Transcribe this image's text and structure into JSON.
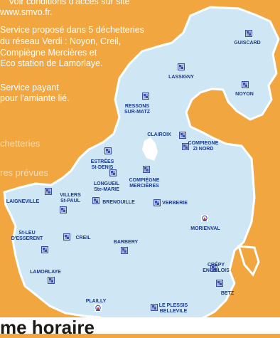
{
  "colors": {
    "background": "#f2a640",
    "map_fill": "#cfe7f5",
    "map_stroke": "#ffffff",
    "label": "#1b3a8c",
    "lake": "#ffffff"
  },
  "info_lines": [
    "Voir conditions d'accès sur site",
    "www.smvo.fr.",
    "Service proposé dans 5 déchetteries",
    "du réseau Verdi : Noyon, Creil,",
    "Compiègne Mercières et",
    "Eco station de Lamorlaye.",
    "Service payant",
    "pour l'amiante lié."
  ],
  "legend_fragments": [
    "chetteries",
    "res prévues"
  ],
  "bottom_heading": "me horaire",
  "sites": [
    {
      "id": "guiscard",
      "lines": [
        "GUISCARD"
      ],
      "icon": "recycle-site-icon"
    },
    {
      "id": "lassigny",
      "lines": [
        "LASSIGNY"
      ],
      "icon": "recycle-site-icon"
    },
    {
      "id": "noyon",
      "lines": [
        "NOYON"
      ],
      "icon": "recycle-site-icon"
    },
    {
      "id": "ressons",
      "lines": [
        "RESSONS",
        "SUR-MATZ"
      ],
      "icon": "recycle-site-icon"
    },
    {
      "id": "clairoix",
      "lines": [
        "CLAIROIX"
      ],
      "icon": "recycle-site-icon"
    },
    {
      "id": "compiegne-zi",
      "lines": [
        "COMPIEGNE",
        "ZI NORD"
      ],
      "icon": "recycle-site-icon"
    },
    {
      "id": "estrees",
      "lines": [
        "ESTRÉES",
        "St-DENIS"
      ],
      "icon": "recycle-site-icon"
    },
    {
      "id": "longueil",
      "lines": [
        "LONGUEIL",
        "Ste-MARIE"
      ],
      "icon": "recycle-site-icon"
    },
    {
      "id": "compiegne-merc",
      "lines": [
        "COMPIÈGNE",
        "MERCIÈRES"
      ],
      "icon": "recycle-site-icon"
    },
    {
      "id": "laigneville",
      "lines": [
        "LAIGNEVILLE"
      ],
      "icon": "recycle-site-icon"
    },
    {
      "id": "villers",
      "lines": [
        "VILLERS",
        "St-PAUL"
      ],
      "icon": "recycle-site-icon"
    },
    {
      "id": "brenouille",
      "lines": [
        "BRENOUILLE"
      ],
      "icon": "recycle-site-icon"
    },
    {
      "id": "verberie",
      "lines": [
        "VERBERIE"
      ],
      "icon": "recycle-site-icon"
    },
    {
      "id": "morienval",
      "lines": [
        "MORIENVAL"
      ],
      "icon": "planned-site-icon"
    },
    {
      "id": "stleu",
      "lines": [
        "St-LEU",
        "D'ESSERENT"
      ],
      "icon": "recycle-site-icon"
    },
    {
      "id": "creil",
      "lines": [
        "CREIL"
      ],
      "icon": "recycle-site-icon"
    },
    {
      "id": "barbery",
      "lines": [
        "BARBERY"
      ],
      "icon": "recycle-site-icon"
    },
    {
      "id": "crepy",
      "lines": [
        "CRÉPY",
        "EN-VALOIS"
      ],
      "icon": "recycle-site-icon"
    },
    {
      "id": "lamorlaye",
      "lines": [
        "LAMORLAYE"
      ],
      "icon": "recycle-site-icon"
    },
    {
      "id": "betz",
      "lines": [
        "BETZ"
      ],
      "icon": "recycle-site-icon"
    },
    {
      "id": "plailly",
      "lines": [
        "PLAILLY"
      ],
      "icon": "planned-site-icon"
    },
    {
      "id": "plessis",
      "lines": [
        "LE PLESSIS",
        "BELLEVILE"
      ],
      "icon": "recycle-site-icon"
    }
  ]
}
